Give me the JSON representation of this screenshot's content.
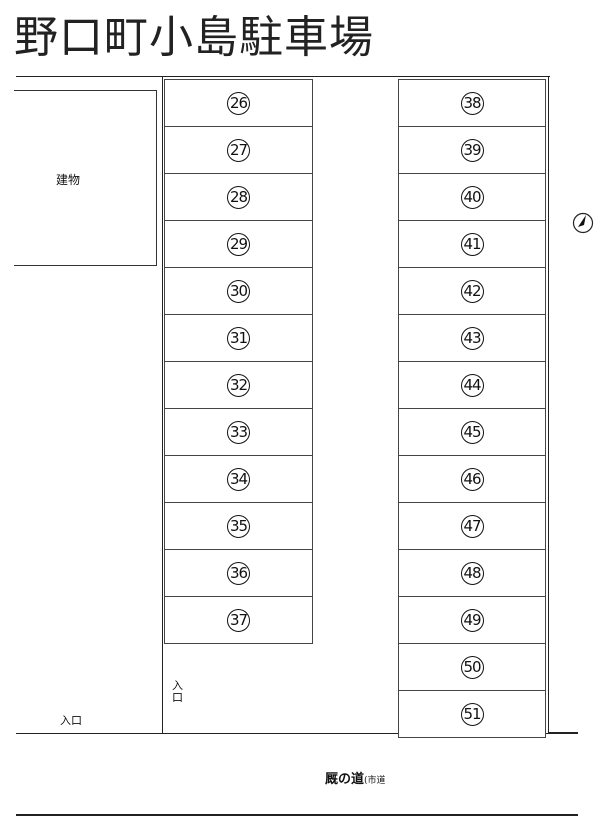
{
  "title": "野口町小島駐車場",
  "building_label": "建物",
  "entrance_left": "入口",
  "entrance_vertical": "入\n口",
  "road": {
    "name": "厩の道",
    "note": "(市道"
  },
  "compass_icon": "north-arrow-icon",
  "left_column_spaces": [
    "26",
    "27",
    "28",
    "29",
    "30",
    "31",
    "32",
    "33",
    "34",
    "35",
    "36",
    "37"
  ],
  "right_column_spaces": [
    "38",
    "39",
    "40",
    "41",
    "42",
    "43",
    "44",
    "45",
    "46",
    "47",
    "48",
    "49",
    "50",
    "51"
  ]
}
